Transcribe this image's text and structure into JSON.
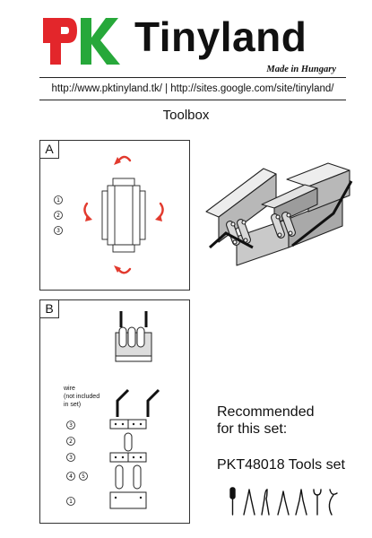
{
  "header": {
    "logo_mark": "PK",
    "brand_name": "Tinyland",
    "tagline": "Made in Hungary",
    "urls": "http://www.pktinyland.tk/ | http://sites.google.com/site/tinyland/"
  },
  "title": "Toolbox",
  "panels": {
    "a": {
      "label": "A",
      "steps": [
        "1",
        "2",
        "3"
      ]
    },
    "b": {
      "label": "B",
      "wire_note": [
        "wire",
        "(not included",
        "in set)"
      ],
      "steps": [
        "3",
        "2",
        "3",
        "4",
        "5",
        "1"
      ]
    }
  },
  "recommendation": {
    "line1": "Recommended",
    "line2": "for this set:",
    "product": "PKT48018 Tools set"
  },
  "icons": {
    "brand_red": "#e3262b",
    "brand_green": "#27a83a",
    "arrow_red": "#e23a2e",
    "tools": [
      "screwdriver-icon",
      "pliers-icon",
      "cutter-icon",
      "pliers-icon",
      "pliers-icon",
      "wrench-icon",
      "wrench-icon"
    ]
  }
}
